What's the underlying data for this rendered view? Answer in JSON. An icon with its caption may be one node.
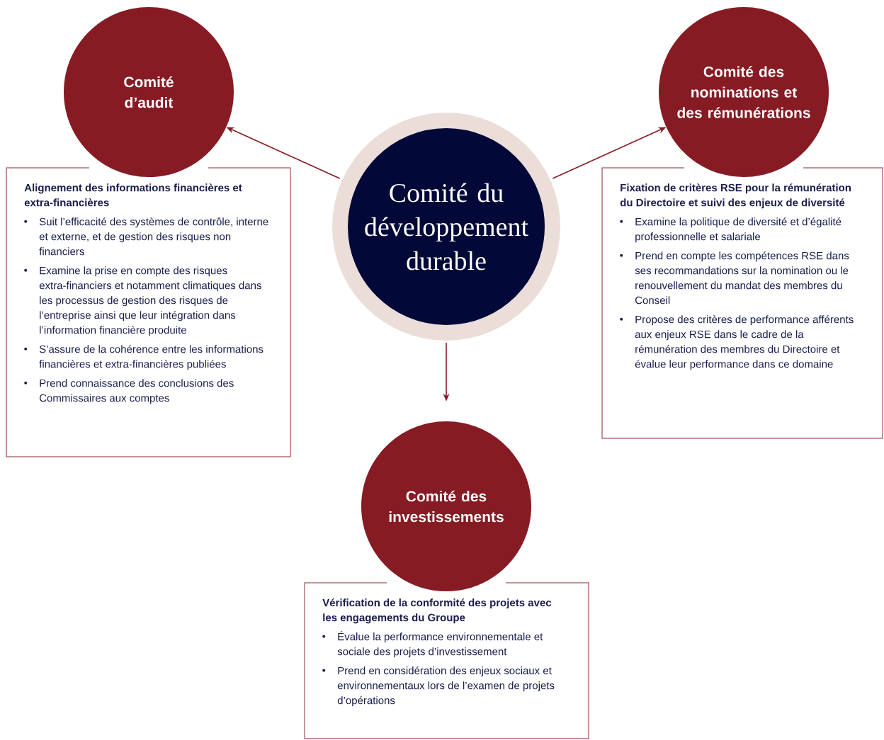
{
  "diagram": {
    "nodes": [
      {
        "text": [
          "Comité du développement durable"
        ]
      },
      {
        "text": [
          "Comité d’audit"
        ]
      },
      {
        "text": [
          "Alignement des informations financières et extra-financières",
          "Suit l’efficacité des systèmes de contrôle, interne et externe, et de gestion des risques non financiers",
          "Examine la prise en compte des risques extra-financiers et notamment climatiques dans les processus de gestion des risques de l’entreprise ainsi que leur intégration dans l’information financière produite",
          "S’assure de la cohérence entre les informations financières et extra-financières publiées",
          "Prend connaissance des conclusions des Commissaires aux comptes"
        ]
      },
      {
        "text": [
          "Comité des nominations et des rémunérations"
        ]
      },
      {
        "text": [
          "Fixation de critères RSE pour la rémunération du Directoire et suivi des enjeux de diversité",
          "Examine la politique de diversité et d’égalité professionnelle et salariale",
          "Prend en compte les compétences RSE dans ses recommandations sur la nomination ou le renouvellement du mandat des membres du Conseil",
          "Propose des critères de performance afférents aux enjeux RSE dans le cadre de la rémunération des membres du Directoire et évalue leur performance dans ce domaine"
        ]
      },
      {
        "text": [
          "Comité des investissements"
        ]
      },
      {
        "text": [
          "Vérification de la conformité des projets avec les engagements du Groupe",
          "Évalue la performance environnementale et sociale des projets d’investissement",
          "Prend en considération des enjeux sociaux et environnementaux lors de l’examen de projets d’opérations"
        ]
      }
    ],
    "edges": [
      {
        "from": 0,
        "to": 1,
        "arrow": "to"
      },
      {
        "from": 0,
        "to": 3,
        "arrow": "to"
      },
      {
        "from": 0,
        "to": 5,
        "arrow": "to"
      }
    ]
  }
}
